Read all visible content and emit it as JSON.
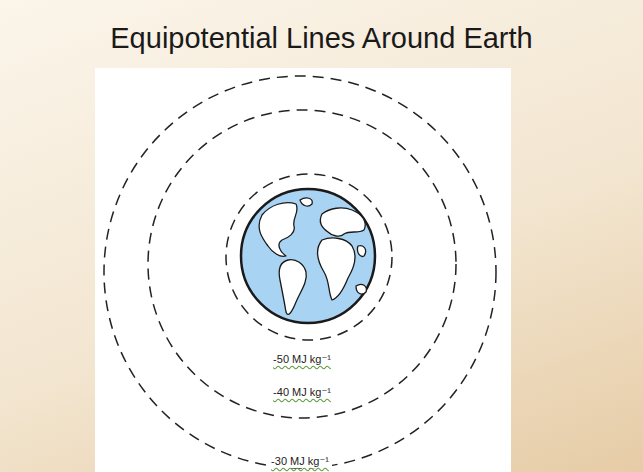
{
  "diagram": {
    "title": "Equipotential Lines Around Earth",
    "labels": [
      "-50 MJ kg⁻¹",
      "-40 MJ kg⁻¹",
      "-30 MJ kg⁻¹"
    ]
  }
}
